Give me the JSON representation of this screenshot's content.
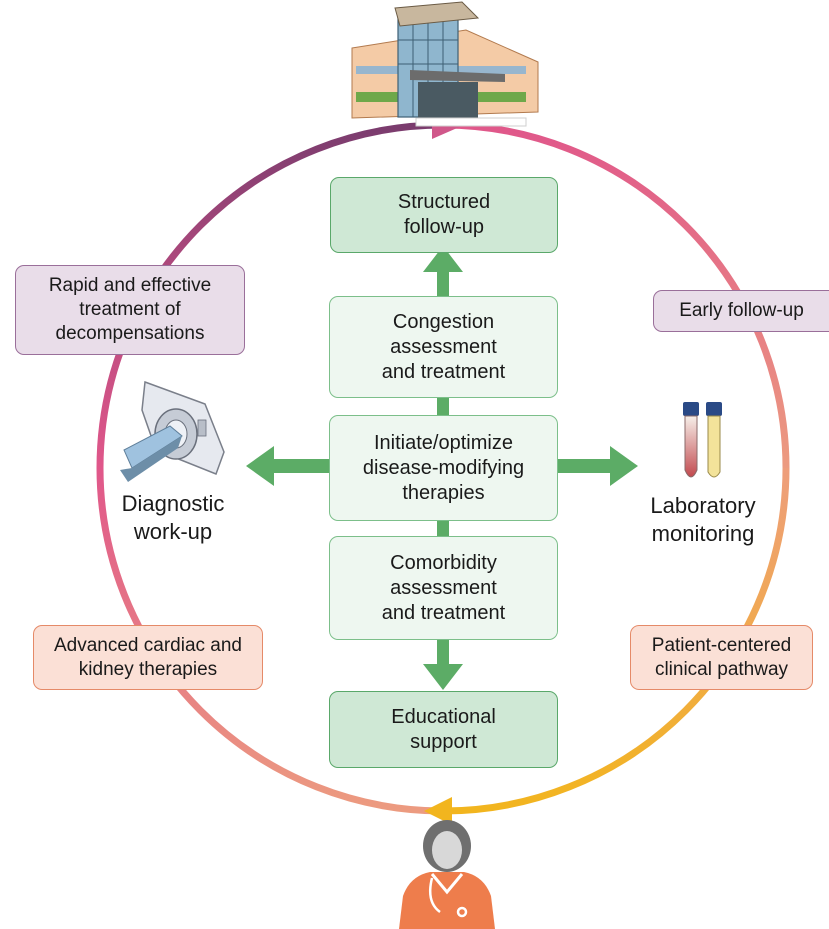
{
  "center": {
    "structured_followup": "Structured\nfollow-up",
    "congestion": "Congestion\nassessment\nand treatment",
    "initiate": "Initiate/optimize\ndisease-modifying\ntherapies",
    "comorbidity": "Comorbidity\nassessment\nand treatment",
    "educational": "Educational\nsupport"
  },
  "cycle": {
    "rapid_treatment": "Rapid and effective\ntreatment of\ndecompensations",
    "early_followup": "Early follow-up",
    "advanced_therapies": "Advanced cardiac and\nkidney therapies",
    "clinical_pathway": "Patient-centered\nclinical pathway"
  },
  "side_labels": {
    "diagnostic": "Diagnostic\nwork-up",
    "laboratory": "Laboratory\nmonitoring"
  },
  "icons": [
    "hospital-icon",
    "ct-scanner-icon",
    "test-tubes-icon",
    "clinician-icon"
  ],
  "colors": {
    "green_arrow": "#5cac66",
    "ring_purple": "#7a3c6e",
    "ring_pink": "#e0578a",
    "ring_salmon": "#ec9b80",
    "ring_gold": "#f2b51e"
  }
}
